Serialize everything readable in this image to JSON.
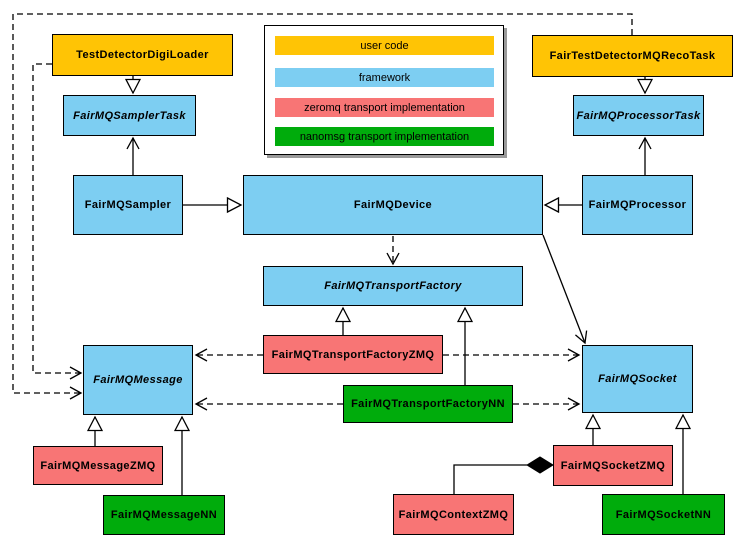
{
  "colors": {
    "user": "#FFC405",
    "framework": "#7DCEF2",
    "zeromq": "#F87575",
    "nanomsg": "#00AC0C",
    "edge": "#000000"
  },
  "legend": {
    "items": [
      {
        "label": "user code",
        "category": "user"
      },
      {
        "label": "framework",
        "category": "framework"
      },
      {
        "label": "zeromq transport implementation",
        "category": "zeromq"
      },
      {
        "label": "nanomsg transport implementation",
        "category": "nanomsg"
      }
    ]
  },
  "nodes": {
    "testDetectorDigiLoader": {
      "label": "TestDetectorDigiLoader",
      "category": "user",
      "abstract": false
    },
    "fairTestDetectorMQRecoTask": {
      "label": "FairTestDetectorMQRecoTask",
      "category": "user",
      "abstract": false
    },
    "fairMQSamplerTask": {
      "label": "FairMQSamplerTask",
      "category": "framework",
      "abstract": true
    },
    "fairMQProcessorTask": {
      "label": "FairMQProcessorTask",
      "category": "framework",
      "abstract": true
    },
    "fairMQSampler": {
      "label": "FairMQSampler",
      "category": "framework",
      "abstract": false
    },
    "fairMQDevice": {
      "label": "FairMQDevice",
      "category": "framework",
      "abstract": false
    },
    "fairMQProcessor": {
      "label": "FairMQProcessor",
      "category": "framework",
      "abstract": false
    },
    "fairMQTransportFactory": {
      "label": "FairMQTransportFactory",
      "category": "framework",
      "abstract": true
    },
    "fairMQMessage": {
      "label": "FairMQMessage",
      "category": "framework",
      "abstract": true
    },
    "fairMQSocket": {
      "label": "FairMQSocket",
      "category": "framework",
      "abstract": true
    },
    "fairMQTransportFactoryZMQ": {
      "label": "FairMQTransportFactoryZMQ",
      "category": "zeromq",
      "abstract": false
    },
    "fairMQTransportFactoryNN": {
      "label": "FairMQTransportFactoryNN",
      "category": "nanomsg",
      "abstract": false
    },
    "fairMQMessageZMQ": {
      "label": "FairMQMessageZMQ",
      "category": "zeromq",
      "abstract": false
    },
    "fairMQMessageNN": {
      "label": "FairMQMessageNN",
      "category": "nanomsg",
      "abstract": false
    },
    "fairMQContextZMQ": {
      "label": "FairMQContextZMQ",
      "category": "zeromq",
      "abstract": false
    },
    "fairMQSocketZMQ": {
      "label": "FairMQSocketZMQ",
      "category": "zeromq",
      "abstract": false
    },
    "fairMQSocketNN": {
      "label": "FairMQSocketNN",
      "category": "nanomsg",
      "abstract": false
    }
  },
  "edges": [
    {
      "from": "TestDetectorDigiLoader",
      "to": "FairMQSamplerTask",
      "type": "inheritance"
    },
    {
      "from": "FairTestDetectorMQRecoTask",
      "to": "FairMQProcessorTask",
      "type": "inheritance"
    },
    {
      "from": "FairMQSampler",
      "to": "FairMQDevice",
      "type": "inheritance"
    },
    {
      "from": "FairMQProcessor",
      "to": "FairMQDevice",
      "type": "inheritance"
    },
    {
      "from": "FairMQSampler",
      "to": "FairMQSamplerTask",
      "type": "association"
    },
    {
      "from": "FairMQProcessor",
      "to": "FairMQProcessorTask",
      "type": "association"
    },
    {
      "from": "FairMQDevice",
      "to": "FairMQTransportFactory",
      "type": "dependency"
    },
    {
      "from": "FairMQDevice",
      "to": "FairMQSocket",
      "type": "association"
    },
    {
      "from": "TestDetectorDigiLoader",
      "to": "FairMQMessage",
      "type": "dependency"
    },
    {
      "from": "FairTestDetectorMQRecoTask",
      "to": "FairMQMessage",
      "type": "dependency"
    },
    {
      "from": "FairMQTransportFactoryZMQ",
      "to": "FairMQTransportFactory",
      "type": "inheritance"
    },
    {
      "from": "FairMQTransportFactoryNN",
      "to": "FairMQTransportFactory",
      "type": "inheritance"
    },
    {
      "from": "FairMQTransportFactoryZMQ",
      "to": "FairMQMessage",
      "type": "dependency"
    },
    {
      "from": "FairMQTransportFactoryZMQ",
      "to": "FairMQSocket",
      "type": "dependency"
    },
    {
      "from": "FairMQTransportFactoryNN",
      "to": "FairMQMessage",
      "type": "dependency"
    },
    {
      "from": "FairMQTransportFactoryNN",
      "to": "FairMQSocket",
      "type": "dependency"
    },
    {
      "from": "FairMQMessageZMQ",
      "to": "FairMQMessage",
      "type": "inheritance"
    },
    {
      "from": "FairMQMessageNN",
      "to": "FairMQMessage",
      "type": "inheritance"
    },
    {
      "from": "FairMQSocketZMQ",
      "to": "FairMQSocket",
      "type": "inheritance"
    },
    {
      "from": "FairMQSocketNN",
      "to": "FairMQSocket",
      "type": "inheritance"
    },
    {
      "from": "FairMQContextZMQ",
      "to": "FairMQSocketZMQ",
      "type": "composition"
    }
  ]
}
